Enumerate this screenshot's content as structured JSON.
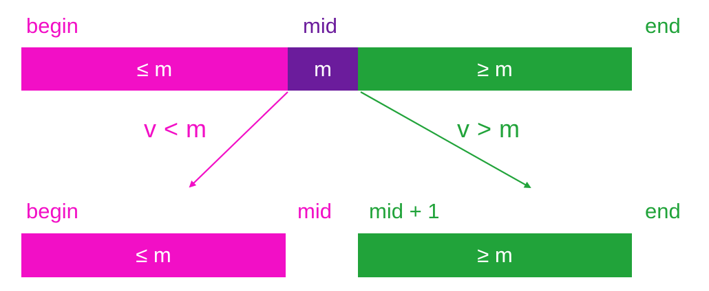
{
  "colors": {
    "magenta": "#f20fc6",
    "purple": "#6b1c9c",
    "green": "#21a33a"
  },
  "top": {
    "begin_label": "begin",
    "mid_label": "mid",
    "end_label": "end",
    "left_segment": "≤ m",
    "mid_segment": "m",
    "right_segment": "≥ m"
  },
  "conditions": {
    "left": "v < m",
    "right": "v > m"
  },
  "bottom": {
    "begin_label": "begin",
    "mid_label": "mid",
    "mid_plus_one_label": "mid + 1",
    "end_label": "end",
    "left_segment": "≤ m",
    "right_segment": "≥ m"
  }
}
